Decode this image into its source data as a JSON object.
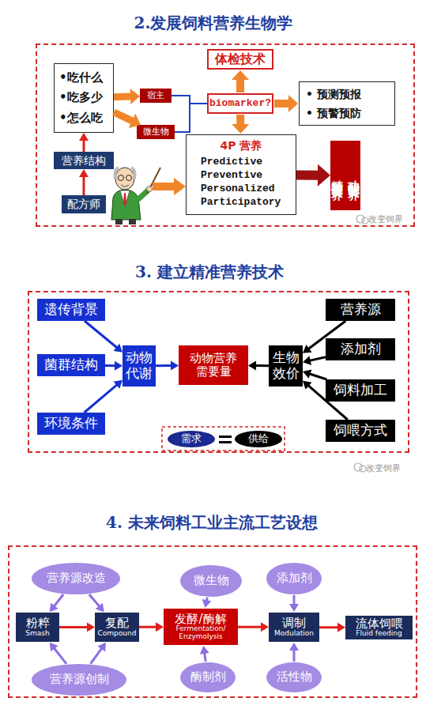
{
  "diagram": {
    "nodes": [
      {
        "text": [
          "2.发展饲料营养生物学"
        ]
      },
      {
        "text": [
          "•吃什么",
          "•吃多少",
          "•怎么吃"
        ],
        "in": 0
      },
      {
        "text": [
          "宿主"
        ],
        "in": 0
      },
      {
        "text": [
          "微生物"
        ],
        "in": 0
      },
      {
        "text": [
          "体检技术"
        ],
        "in": 0
      },
      {
        "text": [
          "biomarker?"
        ],
        "in": 0
      },
      {
        "text": [
          "• 预测预报",
          "• 预警预防"
        ],
        "in": 0
      },
      {
        "text": [
          "营养结构"
        ],
        "in": 0
      },
      {
        "text": [
          "配方师"
        ],
        "in": 0
      },
      {
        "text": [
          "4P 营养",
          "Predictive",
          "Preventive",
          "Personalized",
          "Participatory"
        ],
        "in": 0
      },
      {
        "text": [
          "精准营养",
          "功能营养"
        ],
        "in": 0
      },
      {
        "text": [
          "3. 建立精准营养技术"
        ]
      },
      {
        "text": [
          "遗传背景"
        ],
        "in": 11
      },
      {
        "text": [
          "菌群结构"
        ],
        "in": 11
      },
      {
        "text": [
          "环境条件"
        ],
        "in": 11
      },
      {
        "text": [
          "动物 代谢"
        ],
        "in": 11
      },
      {
        "text": [
          "动物营养 需要量"
        ],
        "in": 11
      },
      {
        "text": [
          "生物 效价"
        ],
        "in": 11
      },
      {
        "text": [
          "营养源"
        ],
        "in": 11
      },
      {
        "text": [
          "添加剂"
        ],
        "in": 11
      },
      {
        "text": [
          "饲料加工"
        ],
        "in": 11
      },
      {
        "text": [
          "饲喂方式"
        ],
        "in": 11
      },
      {
        "text": [
          "需求"
        ],
        "in": 11
      },
      {
        "text": [
          "供给"
        ],
        "in": 11
      },
      {
        "text": [
          "4. 未来饲料工业主流工艺设想"
        ]
      },
      {
        "text": [
          "营养源改造"
        ],
        "in": 24
      },
      {
        "text": [
          "微生物"
        ],
        "in": 24
      },
      {
        "text": [
          "添加剂"
        ],
        "in": 24
      },
      {
        "text": [
          "粉粹",
          "Smash"
        ],
        "in": 24
      },
      {
        "text": [
          "复配",
          "Compound"
        ],
        "in": 24
      },
      {
        "text": [
          "发酵/酶解",
          "Fermentation/ Enzymolysis"
        ],
        "in": 24
      },
      {
        "text": [
          "调制",
          "Modulation"
        ],
        "in": 24
      },
      {
        "text": [
          "流体饲喂",
          "Fluid feeding"
        ],
        "in": 24
      },
      {
        "text": [
          "营养源创制"
        ],
        "in": 24
      },
      {
        "text": [
          "酶制剂"
        ],
        "in": 24
      },
      {
        "text": [
          "活性物"
        ],
        "in": 24
      }
    ],
    "edges": [
      {
        "from": 1,
        "to": 2,
        "arrow": "to"
      },
      {
        "from": 1,
        "to": 3,
        "arrow": "to"
      },
      {
        "from": 2,
        "to": 5,
        "arrow": "none"
      },
      {
        "from": 3,
        "to": 5,
        "arrow": "none"
      },
      {
        "from": 5,
        "to": 4,
        "arrow": "to"
      },
      {
        "from": 5,
        "to": 6,
        "arrow": "to"
      },
      {
        "from": 5,
        "to": 9,
        "arrow": "to"
      },
      {
        "from": 7,
        "to": 1,
        "arrow": "to"
      },
      {
        "from": 8,
        "to": 7,
        "arrow": "to"
      },
      {
        "from": 9,
        "to": 10,
        "arrow": "to"
      },
      {
        "from": 12,
        "to": 15,
        "arrow": "to"
      },
      {
        "from": 13,
        "to": 15,
        "arrow": "to"
      },
      {
        "from": 14,
        "to": 15,
        "arrow": "to"
      },
      {
        "from": 15,
        "to": 16,
        "arrow": "to"
      },
      {
        "from": 17,
        "to": 16,
        "arrow": "to"
      },
      {
        "from": 18,
        "to": 17,
        "arrow": "to"
      },
      {
        "from": 19,
        "to": 17,
        "arrow": "to"
      },
      {
        "from": 20,
        "to": 17,
        "arrow": "to"
      },
      {
        "from": 21,
        "to": 17,
        "arrow": "to"
      },
      {
        "from": 28,
        "to": 29,
        "arrow": "to"
      },
      {
        "from": 29,
        "to": 30,
        "arrow": "to"
      },
      {
        "from": 30,
        "to": 31,
        "arrow": "to"
      },
      {
        "from": 31,
        "to": 32,
        "arrow": "to"
      },
      {
        "from": 25,
        "to": 28,
        "arrow": "to"
      },
      {
        "from": 25,
        "to": 29,
        "arrow": "to"
      },
      {
        "from": 33,
        "to": 28,
        "arrow": "to"
      },
      {
        "from": 33,
        "to": 29,
        "arrow": "to"
      },
      {
        "from": 26,
        "to": 30,
        "arrow": "to"
      },
      {
        "from": 34,
        "to": 30,
        "arrow": "to"
      },
      {
        "from": 27,
        "to": 31,
        "arrow": "to"
      },
      {
        "from": 35,
        "to": 31,
        "arrow": "to"
      }
    ],
    "labels": [
      "改变饲界",
      "改变饲界"
    ]
  }
}
